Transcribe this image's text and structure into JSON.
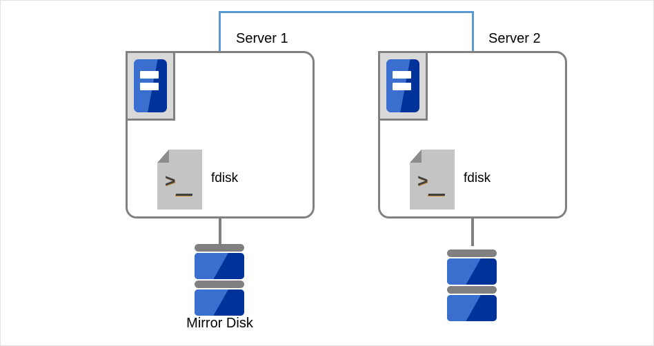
{
  "diagram": {
    "background_color": "#ffffff",
    "border_color": "#e2e2e2",
    "link": {
      "name": "interconnect",
      "color": "#5b9bd5"
    },
    "nodes": [
      {
        "id": "server-1",
        "title": "Server 1",
        "server_icon": "server-icon",
        "app": {
          "icon": "terminal-document-icon",
          "label": "fdisk"
        },
        "storage": {
          "icon": "disk-stack-icon",
          "label": "Mirror Disk",
          "color": "#003399",
          "highlight_color": "#3a6fd0"
        }
      },
      {
        "id": "server-2",
        "title": "Server 2",
        "server_icon": "server-icon",
        "app": {
          "icon": "terminal-document-icon",
          "label": "fdisk"
        },
        "storage": {
          "icon": "disk-stack-icon",
          "label": "",
          "color": "#003399",
          "highlight_color": "#3a6fd0"
        }
      }
    ],
    "colors": {
      "box_border": "#808080",
      "server_blue": "#003399",
      "server_blue_light": "#3a6fd0",
      "doc_gray": "#c4c4c4",
      "doc_fold_gray": "#8c8c8c"
    }
  }
}
